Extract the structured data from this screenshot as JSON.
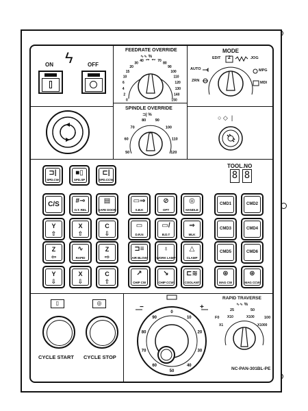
{
  "power": {
    "on_label": "ON",
    "off_label": "OFF"
  },
  "feedrate_override": {
    "title": "FEEDRATE OVERRIDE",
    "unit": "%",
    "scale": [
      "0",
      "2",
      "4",
      "6",
      "10",
      "15",
      "20",
      "30",
      "40",
      "50",
      "60",
      "70",
      "80",
      "90",
      "100",
      "110",
      "120",
      "130",
      "140",
      "150"
    ]
  },
  "spindle_override": {
    "title": "SPINDLE OVERRIDE",
    "unit": "%",
    "scale": [
      "50",
      "60",
      "70",
      "80",
      "90",
      "100",
      "110",
      "120"
    ]
  },
  "mode": {
    "title": "MODE",
    "positions": [
      "AUTO",
      "EDIT",
      "JOG",
      "MPG",
      "ZRN",
      "MDI"
    ],
    "edit_marker": "2"
  },
  "tool_no": {
    "title": "TOOL.NO",
    "digits": [
      "8",
      "8"
    ]
  },
  "keypad": {
    "row1": [
      {
        "icon": "⊐|",
        "label": "SPD.CW"
      },
      {
        "icon": "■▯",
        "label": "SPD.SP"
      },
      {
        "icon": "⊏|",
        "label": "SPD.CCW"
      }
    ],
    "row2": [
      {
        "big": "C/S",
        "label": ""
      },
      {
        "icon": "#⊸",
        "label": "O.T. REL"
      },
      {
        "icon": "▤",
        "label": "SAFE DOOR"
      },
      {
        "icon": "▭⇒",
        "label": "S.B.K"
      },
      {
        "icon": "⊘",
        "label": "OPT"
      },
      {
        "icon": "◎",
        "label": "HANDLE"
      },
      {
        "big": "CMD1",
        "label": ""
      },
      {
        "big": "CMD2",
        "label": ""
      }
    ],
    "row3": [
      {
        "icon": "Y\n⇧",
        "label": ""
      },
      {
        "icon": "X\n⇧",
        "label": ""
      },
      {
        "icon": "C\n⇩",
        "label": ""
      },
      {
        "icon": "▭",
        "label": "D.R.N"
      },
      {
        "icon": "▭/",
        "label": "B.D.T"
      },
      {
        "icon": "⇒",
        "label": "MLK"
      },
      {
        "big": "CMD3",
        "label": ""
      },
      {
        "big": "CMD4",
        "label": ""
      }
    ],
    "row4": [
      {
        "icon": "Z\n⇦",
        "label": ""
      },
      {
        "big": "∿",
        "label": "RAPID"
      },
      {
        "icon": "Z\n⇨",
        "label": ""
      },
      {
        "icon": "⊐≡",
        "label": "AIR BLOW"
      },
      {
        "icon": "♁",
        "label": "WORK LAMP"
      },
      {
        "icon": "△",
        "label": "CLAMP"
      },
      {
        "big": "CMD5",
        "label": ""
      },
      {
        "big": "CMD6",
        "label": ""
      }
    ],
    "row5": [
      {
        "icon": "Y\n⇩",
        "label": ""
      },
      {
        "icon": "X\n⇩",
        "label": ""
      },
      {
        "icon": "C\n⇧",
        "label": ""
      },
      {
        "icon": "↗",
        "label": "CHIP CW"
      },
      {
        "icon": "↘",
        "label": "CHIP CCW"
      },
      {
        "icon": "⊏≋",
        "label": "COOLANT"
      },
      {
        "icon": "⊛",
        "label": "MAG CW"
      },
      {
        "icon": "⊛",
        "label": "MAG CCW"
      }
    ]
  },
  "cycle": {
    "start_label": "CYCLE START",
    "stop_label": "CYCLE STOP"
  },
  "mpg": {
    "scale": [
      "0",
      "10",
      "20",
      "30",
      "40",
      "50",
      "60",
      "70",
      "80",
      "90"
    ],
    "minus": "−",
    "plus": "+"
  },
  "rapid_traverse": {
    "title": "RAPID TRAVERSE",
    "unit": "%",
    "positions": [
      "F0",
      "25",
      "50",
      "100"
    ],
    "step_labels": [
      "X1",
      "X10",
      "X100",
      "X1000"
    ]
  },
  "model": "NC-PAN-301BL-PE"
}
